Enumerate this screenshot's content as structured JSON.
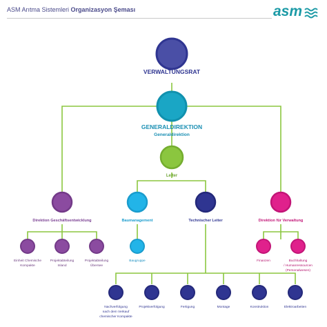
{
  "header": {
    "title_light": "ASM Arıtma Sistemleri",
    "title_bold": "Organizasyon Şeması",
    "logo_text": "asm"
  },
  "colors": {
    "navy": "#2f3591",
    "indigo": "#4a4fa6",
    "teal": "#1aa6c5",
    "green": "#8bc63f",
    "purple": "#8b4ba0",
    "sky": "#22b4e8",
    "magenta": "#e0218c",
    "logo_teal": "#1b9aa6"
  },
  "nodes": {
    "verwaltungsrat": {
      "label": "VERWALTUNGSRAT"
    },
    "generaldirektion": {
      "label": "GENERALDIREKTION",
      "sublabel": "Generaldirektion"
    },
    "leiter": {
      "label": "Leiter"
    },
    "direktion_gesch": {
      "label": "Direktion Geschäftsentwicklung"
    },
    "baumanagement": {
      "label": "Baumanagement"
    },
    "technischer_leiter": {
      "label": "Technischer Leiter"
    },
    "direktion_verw": {
      "label": "Direktion für Verwaltung"
    },
    "einheit": {
      "lines": [
        "Einheit Chemische",
        "Kompakte"
      ]
    },
    "proj_inland": {
      "lines": [
        "Projektabteilung",
        "Inland"
      ]
    },
    "proj_uebersee": {
      "lines": [
        "Projektabteilung",
        "Übersee"
      ]
    },
    "baugruppe": {
      "label": "Baugruppe"
    },
    "finanzen": {
      "label": "Finanzen"
    },
    "buchhaltung": {
      "lines": [
        "Buchhaltung",
        "/ Humanressourcen",
        "(Personalwesen)"
      ]
    },
    "nachverfolgung": {
      "lines": [
        "Nachverfolgung",
        "nach dem Verkauf",
        "chemischer Kompakte"
      ]
    },
    "projektverfolgung": {
      "label": "Projektverfolgung"
    },
    "fertigung": {
      "label": "Fertigung"
    },
    "montage": {
      "label": "Montage"
    },
    "konstruktion": {
      "label": "Konstruktion"
    },
    "elektroarbeiten": {
      "label": "Elektroarbeiten"
    }
  }
}
